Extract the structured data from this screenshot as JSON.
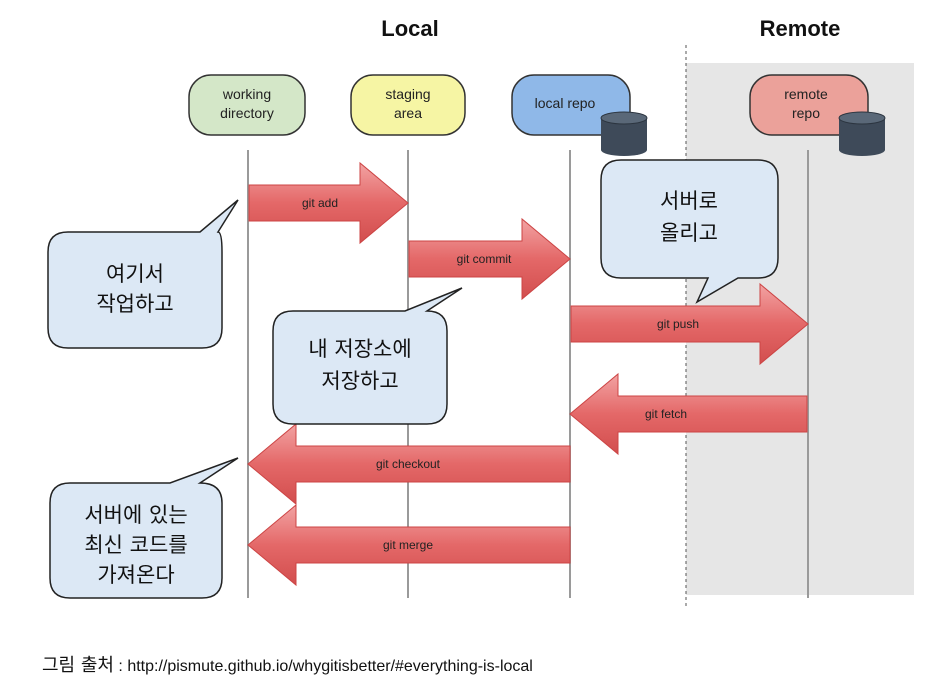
{
  "sections": {
    "local": "Local",
    "remote": "Remote"
  },
  "nodes": [
    {
      "id": "working-directory",
      "lines": [
        "working",
        "directory"
      ],
      "color": "#d4e7c8"
    },
    {
      "id": "staging-area",
      "lines": [
        "staging",
        "area"
      ],
      "color": "#f6f5a4"
    },
    {
      "id": "local-repo",
      "lines": [
        "local repo"
      ],
      "color": "#8fb8e8"
    },
    {
      "id": "remote-repo",
      "lines": [
        "remote",
        "repo"
      ],
      "color": "#eba19a"
    }
  ],
  "arrows": [
    {
      "id": "git-add",
      "label": "git add"
    },
    {
      "id": "git-commit",
      "label": "git commit"
    },
    {
      "id": "git-push",
      "label": "git push"
    },
    {
      "id": "git-fetch",
      "label": "git fetch"
    },
    {
      "id": "git-checkout",
      "label": "git checkout"
    },
    {
      "id": "git-merge",
      "label": "git merge"
    }
  ],
  "bubbles": [
    {
      "id": "work-here",
      "lines": [
        "여기서",
        "작업하고"
      ]
    },
    {
      "id": "save-local",
      "lines": [
        "내 저장소에",
        "저장하고"
      ]
    },
    {
      "id": "upload-server",
      "lines": [
        "서버로",
        "올리고"
      ]
    },
    {
      "id": "fetch-server",
      "lines": [
        "서버에 있는",
        "최신 코드를",
        "가져온다"
      ]
    }
  ],
  "caption": {
    "prefix": "그림 출처",
    "separator": " : ",
    "url": "http://pismute.github.io/whygitisbetter/#everything-is-local"
  },
  "colors": {
    "arrow_fill": "#e46464",
    "bubble_fill": "#dce8f5",
    "remote_bg": "#e6e6e6",
    "database_icon": "#3e4a59"
  }
}
